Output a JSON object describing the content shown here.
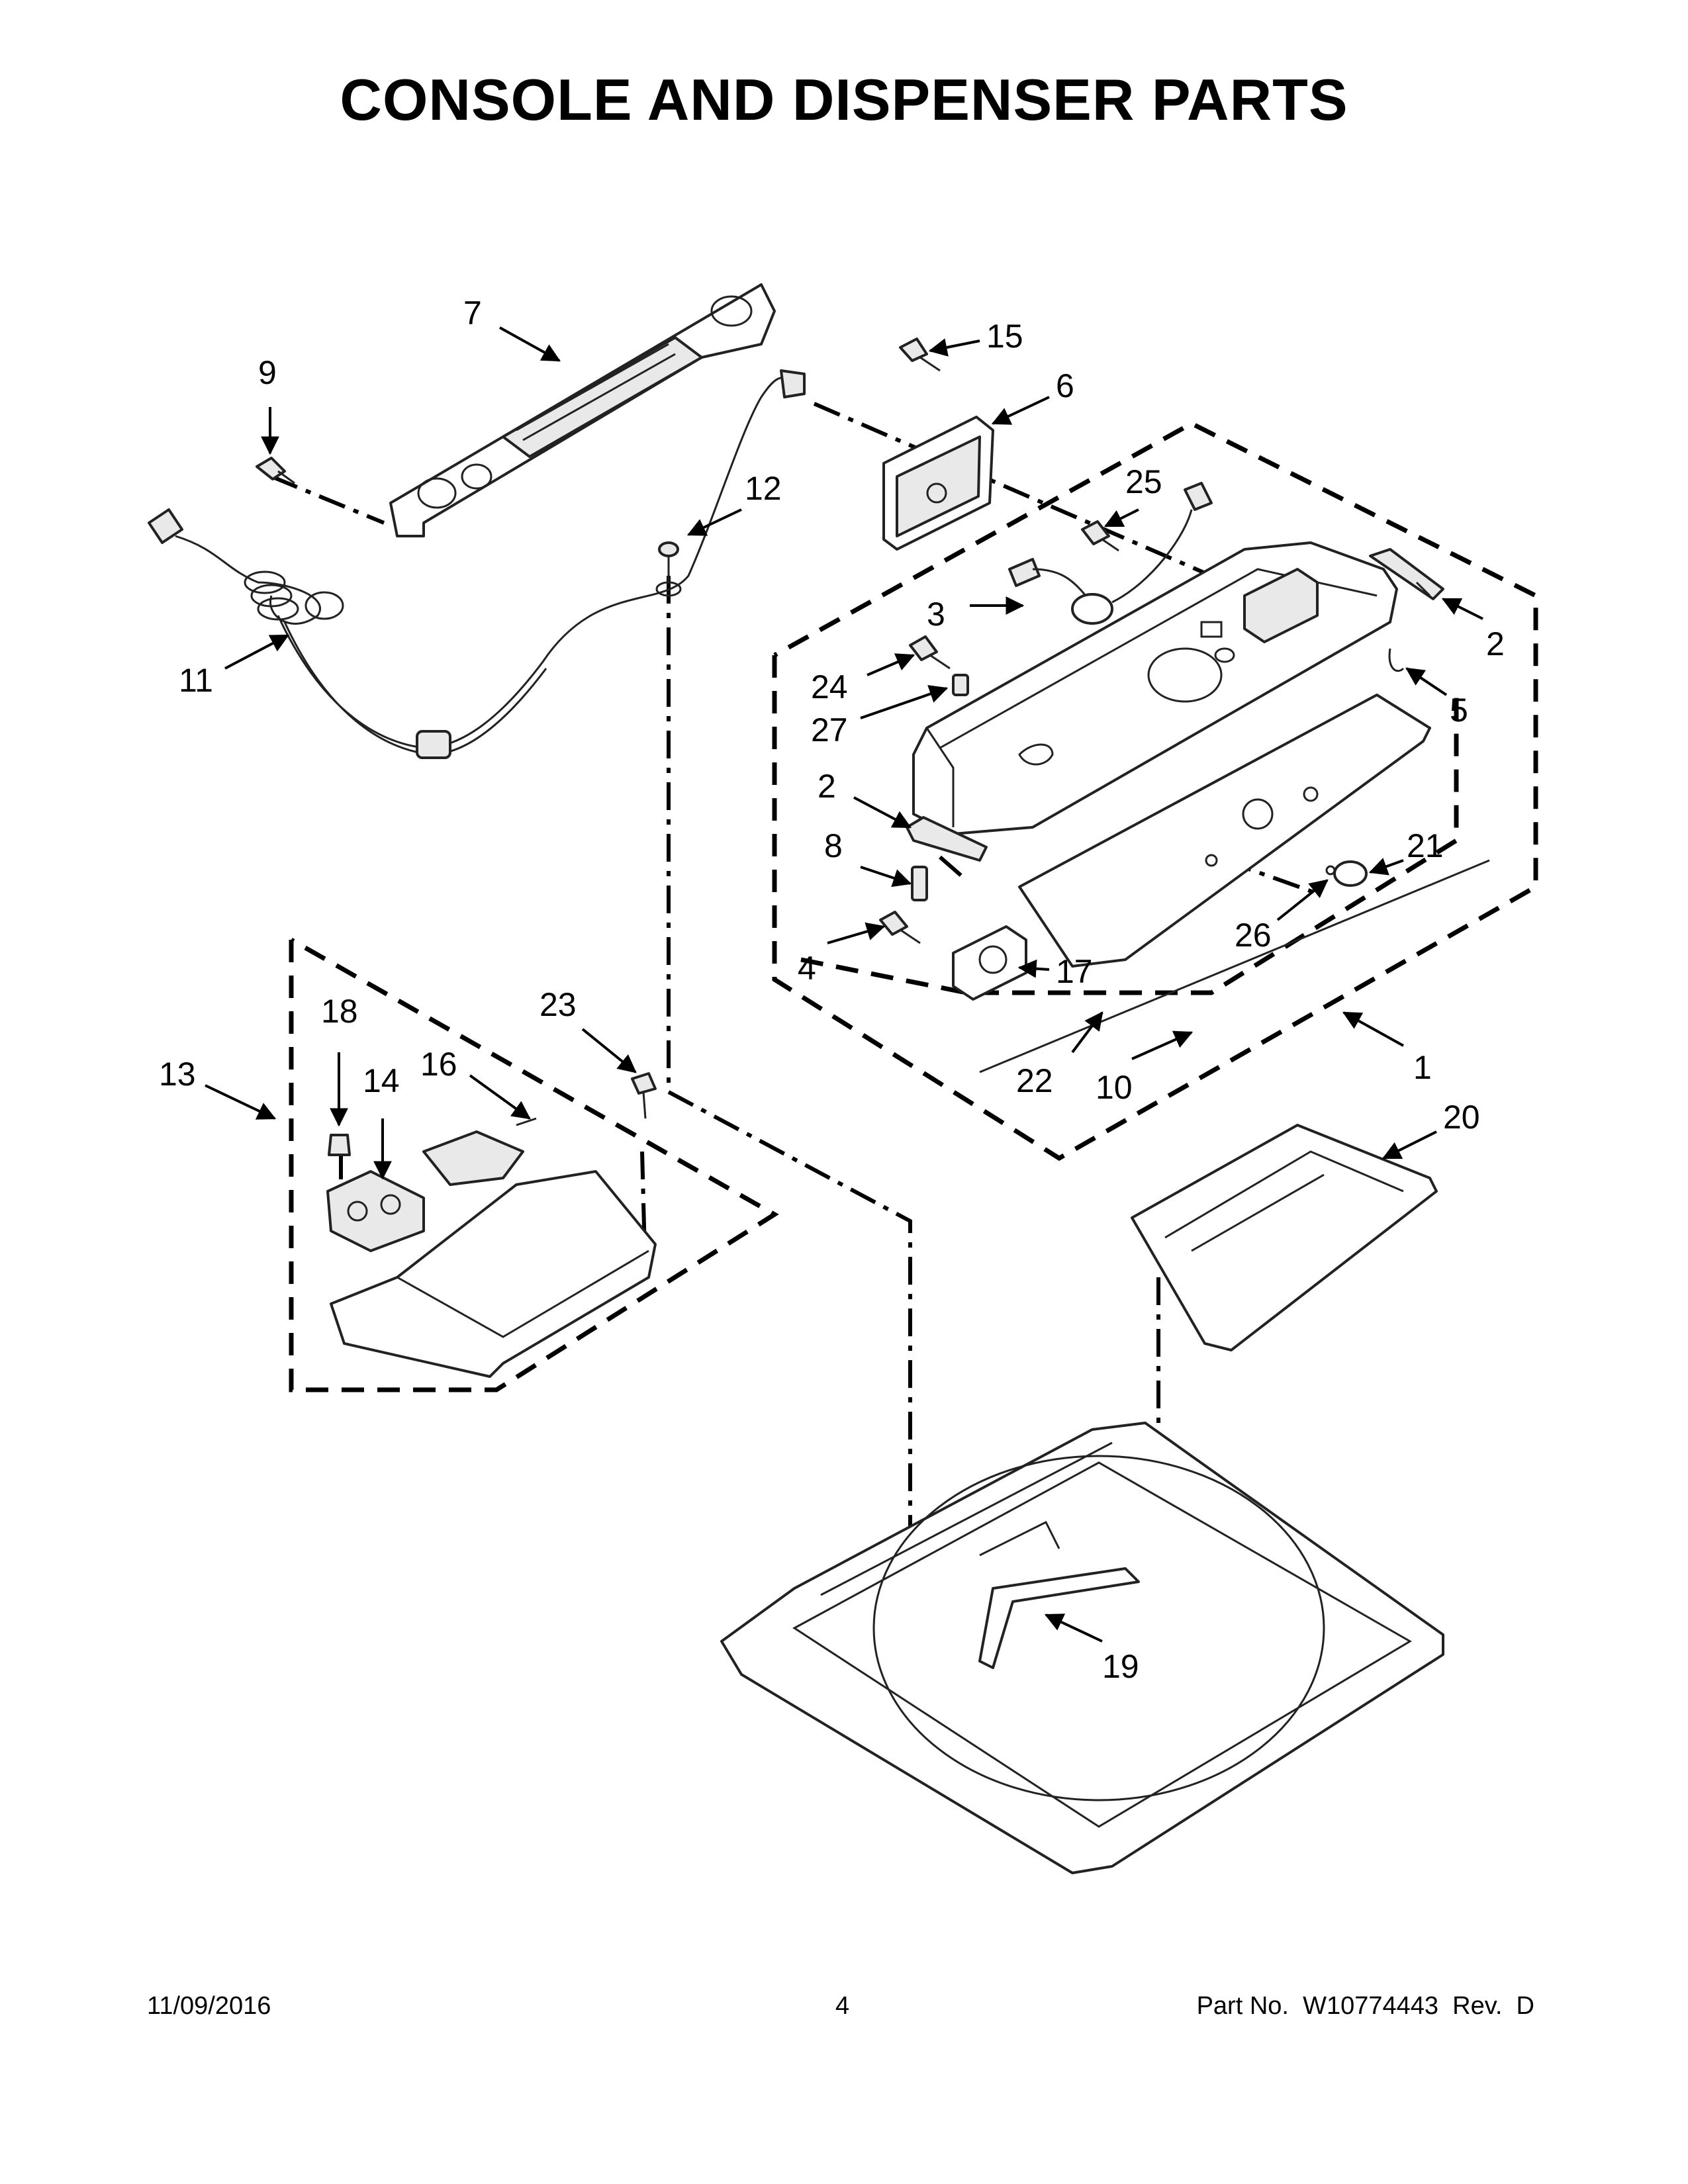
{
  "title": "CONSOLE AND DISPENSER PARTS",
  "footer": {
    "date": "11/09/2016",
    "page": "4",
    "part_number": "Part No.  W10774443  Rev.  D"
  },
  "callouts": {
    "c1": "1",
    "c2a": "2",
    "c2b": "2",
    "c3": "3",
    "c4": "4",
    "c5": "5",
    "c6": "6",
    "c7": "7",
    "c8": "8",
    "c9": "9",
    "c10": "10",
    "c11": "11",
    "c12": "12",
    "c13": "13",
    "c14": "14",
    "c15": "15",
    "c16": "16",
    "c17": "17",
    "c18": "18",
    "c19": "19",
    "c20": "20",
    "c21": "21",
    "c22": "22",
    "c23": "23",
    "c24": "24",
    "c25": "25",
    "c26": "26",
    "c27": "27"
  }
}
